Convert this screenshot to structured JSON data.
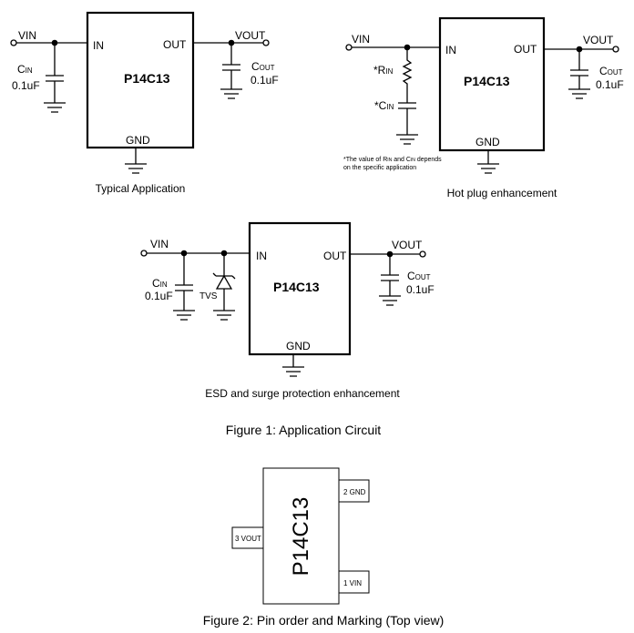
{
  "circuit1": {
    "chip": "P14C13",
    "pin_in": "IN",
    "pin_out": "OUT",
    "pin_gnd": "GND",
    "vin": "VIN",
    "vout": "VOUT",
    "cin_main": "C",
    "cin_sub": "IN",
    "cin_value": "0.1uF",
    "cout_main": "C",
    "cout_sub": "OUT",
    "cout_value": "0.1uF",
    "caption": "Typical Application"
  },
  "circuit2": {
    "chip": "P14C13",
    "pin_in": "IN",
    "pin_out": "OUT",
    "pin_gnd": "GND",
    "vin": "VIN",
    "vout": "VOUT",
    "rin_main": "*R",
    "rin_sub": "IN",
    "cin_main": "*C",
    "cin_sub": "IN",
    "cout_main": "C",
    "cout_sub": "OUT",
    "cout_value": "0.1uF",
    "note_line1_a": "*The value of R",
    "note_line1_b": "IN",
    "note_line1_c": " and C",
    "note_line1_d": "IN",
    "note_line1_e": " depends",
    "note_line2": "on the specific application",
    "caption": "Hot plug enhancement"
  },
  "circuit3": {
    "chip": "P14C13",
    "pin_in": "IN",
    "pin_out": "OUT",
    "pin_gnd": "GND",
    "vin": "VIN",
    "vout": "VOUT",
    "cin_main": "C",
    "cin_sub": "IN",
    "cin_value": "0.1uF",
    "tvs": "TVS",
    "cout_main": "C",
    "cout_sub": "OUT",
    "cout_value": "0.1uF",
    "caption": "ESD and surge protection enhancement"
  },
  "figure1_caption": "Figure 1: Application Circuit",
  "package": {
    "marking": "P14C13",
    "pin2": "2 GND",
    "pin3": "3 VOUT",
    "pin1": "1  VIN"
  },
  "figure2_caption": "Figure 2: Pin order and Marking (Top view)"
}
